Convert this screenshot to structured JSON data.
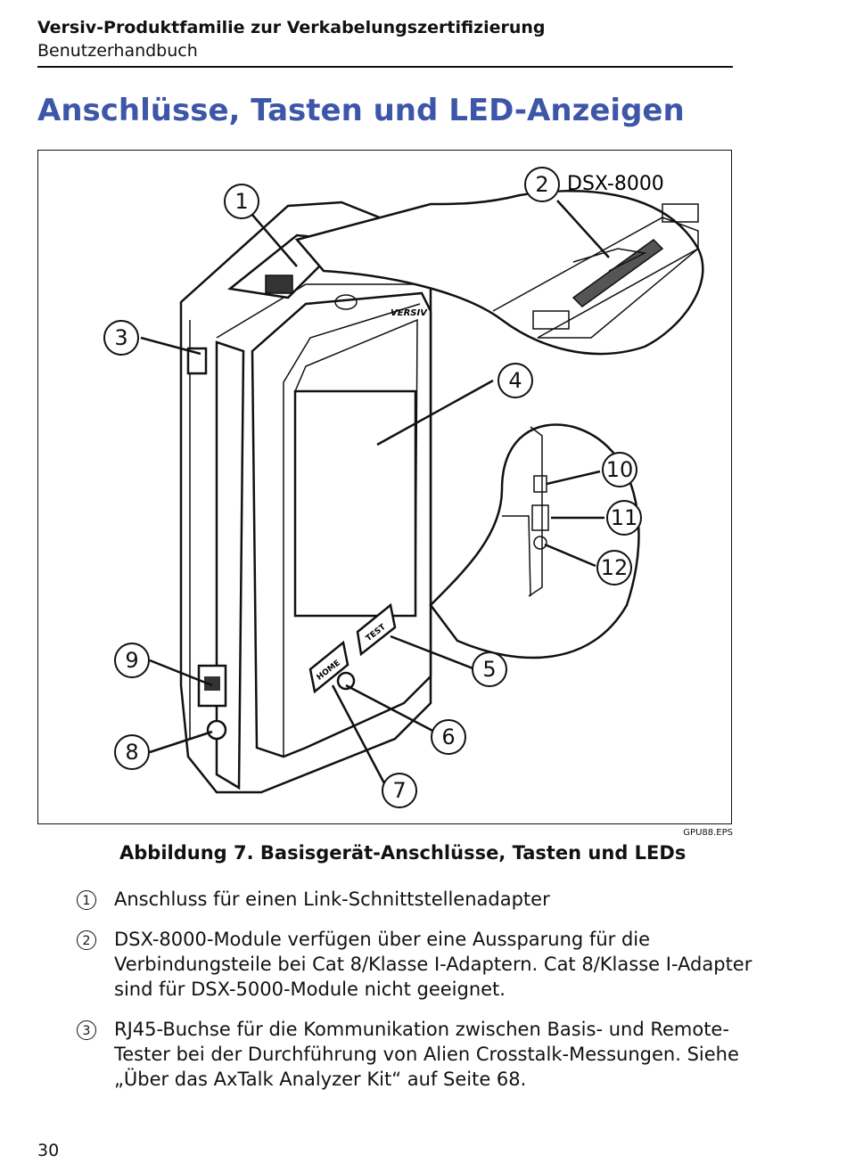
{
  "header": {
    "title": "Versiv-Produktfamilie zur Verkabelungszertifizierung",
    "subtitle": "Benutzerhandbuch"
  },
  "page_title": "Anschlüsse, Tasten und LED-Anzeigen",
  "figure": {
    "model_label": "DSX-8000",
    "device_brand": "VERSIV",
    "button_test": "TEST",
    "button_home": "HOME",
    "callouts": [
      "1",
      "2",
      "3",
      "4",
      "5",
      "6",
      "7",
      "8",
      "9",
      "10",
      "11",
      "12"
    ],
    "reference": "GPU88.EPS",
    "caption": "Abbildung 7. Basisgerät-Anschlüsse, Tasten und LEDs"
  },
  "items": [
    {
      "num": "1",
      "text": "Anschluss für einen Link-Schnittstellenadapter"
    },
    {
      "num": "2",
      "text": "DSX-8000-Module verfügen über eine Aussparung für die Verbindungsteile bei Cat 8/Klasse I-Adaptern. Cat 8/Klasse I-Adapter sind für DSX-5000-Module nicht geeignet."
    },
    {
      "num": "3",
      "text": "RJ45-Buchse für die Kommunikation zwischen Basis- und Remote-Tester bei der Durchführung von Alien Crosstalk-Messungen. Siehe „Über das AxTalk Analyzer Kit“ auf Seite 68."
    }
  ],
  "page_number": "30"
}
